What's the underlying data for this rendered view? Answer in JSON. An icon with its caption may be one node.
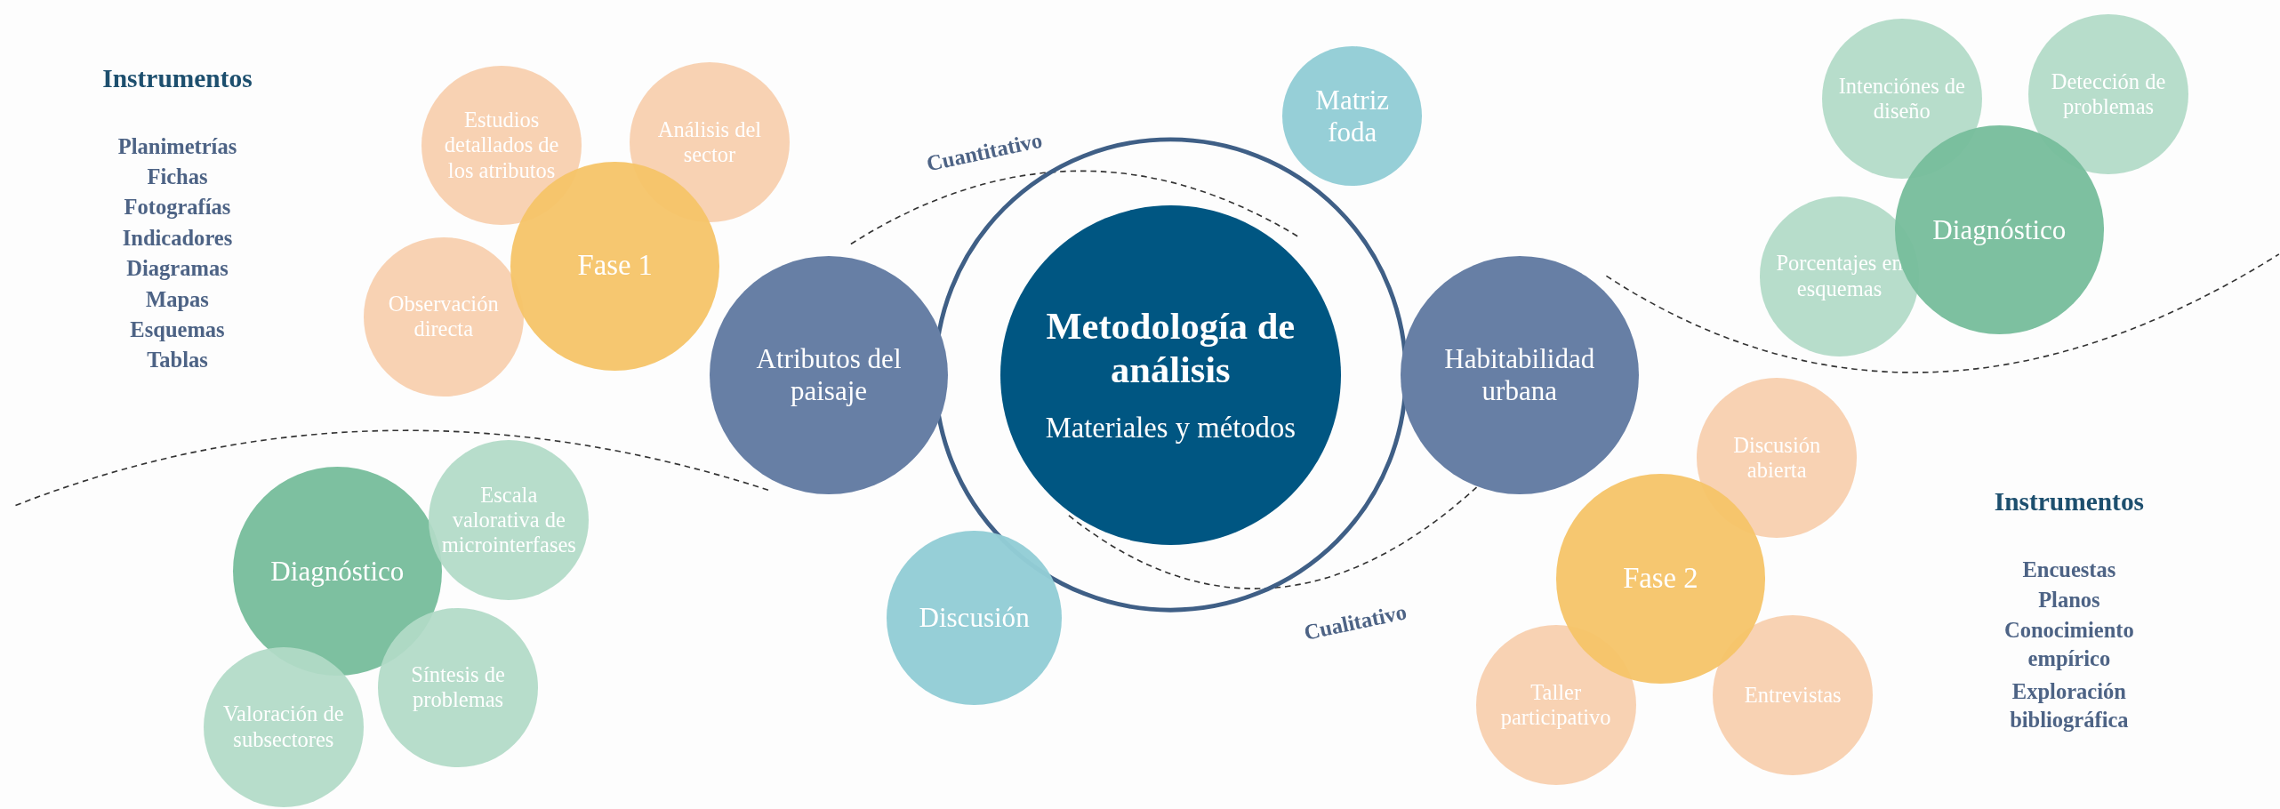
{
  "diagram": {
    "nodes": [
      {
        "text": [
          "Estudios detallados de los atributos"
        ]
      },
      {
        "text": [
          "Análisis del sector"
        ]
      },
      {
        "text": [
          "Fase 1"
        ]
      },
      {
        "text": [
          "Observación directa"
        ]
      },
      {
        "text": [
          "Atributos del paisaje"
        ]
      },
      {
        "text": [
          "Metodología de análisis",
          "Materiales y métodos"
        ]
      },
      {
        "text": [
          "Matriz foda"
        ]
      },
      {
        "text": [
          "Habitabilidad urbana"
        ]
      },
      {
        "text": [
          "Intenciónes de diseño"
        ]
      },
      {
        "text": [
          "Detección de problemas"
        ]
      },
      {
        "text": [
          "Diagnóstico"
        ]
      },
      {
        "text": [
          "Porcentajes en esquemas"
        ]
      },
      {
        "text": [
          "Escala valorativa de microinterfases"
        ]
      },
      {
        "text": [
          "Diagnóstico"
        ]
      },
      {
        "text": [
          "Síntesis de problemas"
        ]
      },
      {
        "text": [
          "Valoración de subsectores"
        ]
      },
      {
        "text": [
          "Discusión"
        ]
      },
      {
        "text": [
          "Discusión abierta"
        ]
      },
      {
        "text": [
          "Fase 2"
        ]
      },
      {
        "text": [
          "Taller participativo"
        ]
      },
      {
        "text": [
          "Entrevistas"
        ]
      }
    ],
    "labels": [
      "Instrumentos",
      "Planimetrías",
      "Fichas",
      "Fotografías",
      "Indicadores",
      "Diagramas",
      "Mapas",
      "Esquemas",
      "Tablas",
      "Cuantitativo",
      "Cualitativo",
      "Instrumentos",
      "Encuestas",
      "Planos",
      "Conocimiento empírico",
      "Exploración bibliográfica"
    ]
  }
}
